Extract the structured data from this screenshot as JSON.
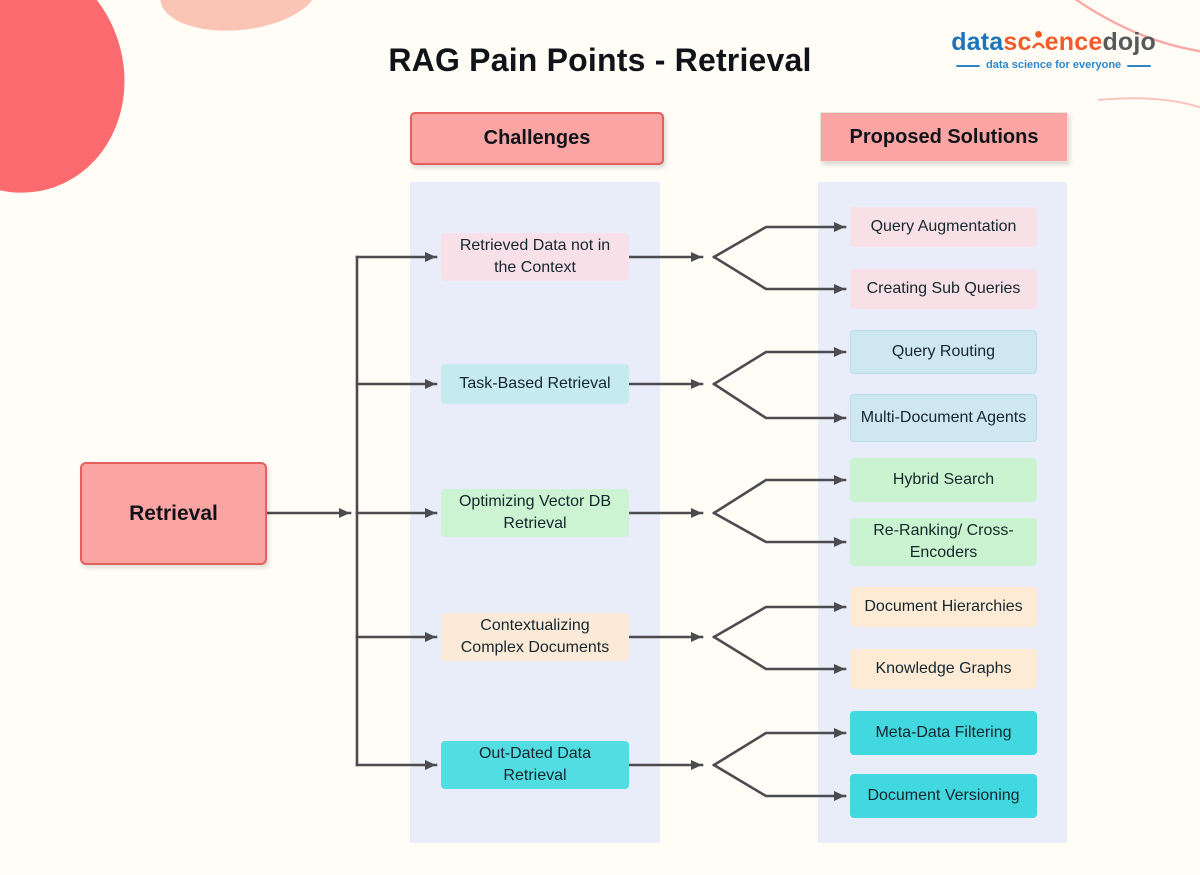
{
  "page": {
    "title": "RAG Pain Points - Retrieval"
  },
  "logo": {
    "part_data": "data",
    "part_sc": "sc",
    "part_ence": "ence",
    "part_dojo": "dojo",
    "tagline": "data science for everyone"
  },
  "headers": {
    "challenges": "Challenges",
    "solutions": "Proposed Solutions"
  },
  "root": {
    "label": "Retrieval"
  },
  "rows": [
    {
      "challenge": "Retrieved Data not in the Context",
      "solutions": [
        "Query Augmentation",
        "Creating Sub Queries"
      ]
    },
    {
      "challenge": "Task-Based Retrieval",
      "solutions": [
        "Query Routing",
        "Multi-Document Agents"
      ]
    },
    {
      "challenge": "Optimizing Vector DB Retrieval",
      "solutions": [
        "Hybrid Search",
        "Re-Ranking/ Cross-Encoders"
      ]
    },
    {
      "challenge": "Contextualizing Complex Documents",
      "solutions": [
        "Document Hierarchies",
        "Knowledge Graphs"
      ]
    },
    {
      "challenge": "Out-Dated Data Retrieval",
      "solutions": [
        "Meta-Data Filtering",
        "Document Versioning"
      ]
    }
  ],
  "colors": {
    "background": "#fffdf6",
    "panel": "#e9ecf9",
    "header_fill": "#fba4a4",
    "header_border": "#e4605f",
    "root_fill": "#fba4a4",
    "arrow": "#4b4b50",
    "group1": {
      "challenge": "#f7e0e8",
      "solution": "#f7e0e6"
    },
    "group2": {
      "challenge": "#c5ebee",
      "solution": "#cfe8ef"
    },
    "group3": {
      "challenge": "#ccf3d2",
      "solution": "#c9f4cf"
    },
    "group4": {
      "challenge": "#fcead9",
      "solution": "#fdebd6"
    },
    "group5": {
      "challenge": "#52dde3",
      "solution": "#41d8df"
    },
    "blob_red": "#fa6a6e",
    "blob_pink": "#fbc5b5",
    "logo_blue": "#1b75bb",
    "logo_orange": "#f15b2a",
    "logo_gray": "#58595b"
  }
}
